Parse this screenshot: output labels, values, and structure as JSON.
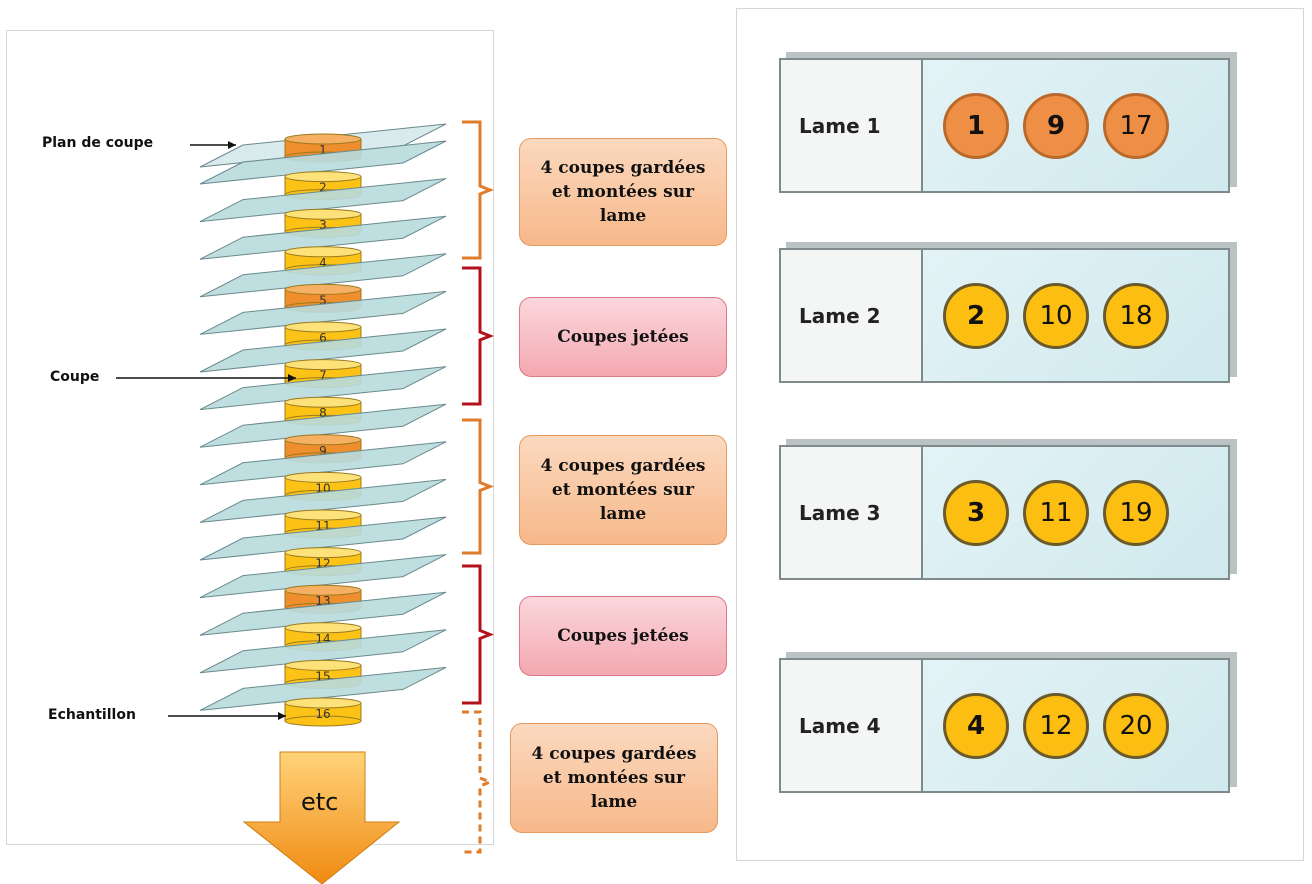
{
  "labels": {
    "plan_de_coupe": "Plan de coupe",
    "coupe": "Coupe",
    "echantillon": "Echantillon",
    "etc": "etc"
  },
  "sections": [
    "1",
    "2",
    "3",
    "4",
    "5",
    "6",
    "7",
    "8",
    "9",
    "10",
    "11",
    "12",
    "13",
    "14",
    "15",
    "16"
  ],
  "notes": [
    {
      "type": "kept",
      "text": "4 coupes gardées et montées sur lame"
    },
    {
      "type": "discard",
      "text": "Coupes jetées"
    },
    {
      "type": "kept",
      "text": "4 coupes gardées et montées sur lame"
    },
    {
      "type": "discard",
      "text": "Coupes jetées"
    },
    {
      "type": "kept",
      "text": "4 coupes gardées et montées sur lame"
    }
  ],
  "slides": [
    {
      "label": "Lame 1",
      "discs": [
        "1",
        "9",
        "17"
      ]
    },
    {
      "label": "Lame 2",
      "discs": [
        "2",
        "10",
        "18"
      ]
    },
    {
      "label": "Lame 3",
      "discs": [
        "3",
        "11",
        "19"
      ]
    },
    {
      "label": "Lame 4",
      "discs": [
        "4",
        "12",
        "20"
      ]
    }
  ],
  "colors": {
    "kept_bracket": "#e07b2a",
    "discard_bracket": "#b4121b",
    "plane_fill": "#b9dbdc",
    "cylinder_yellow": "#fcc316",
    "cylinder_orange": "#ef8e2c",
    "slide_window": "#cfe9ee"
  }
}
